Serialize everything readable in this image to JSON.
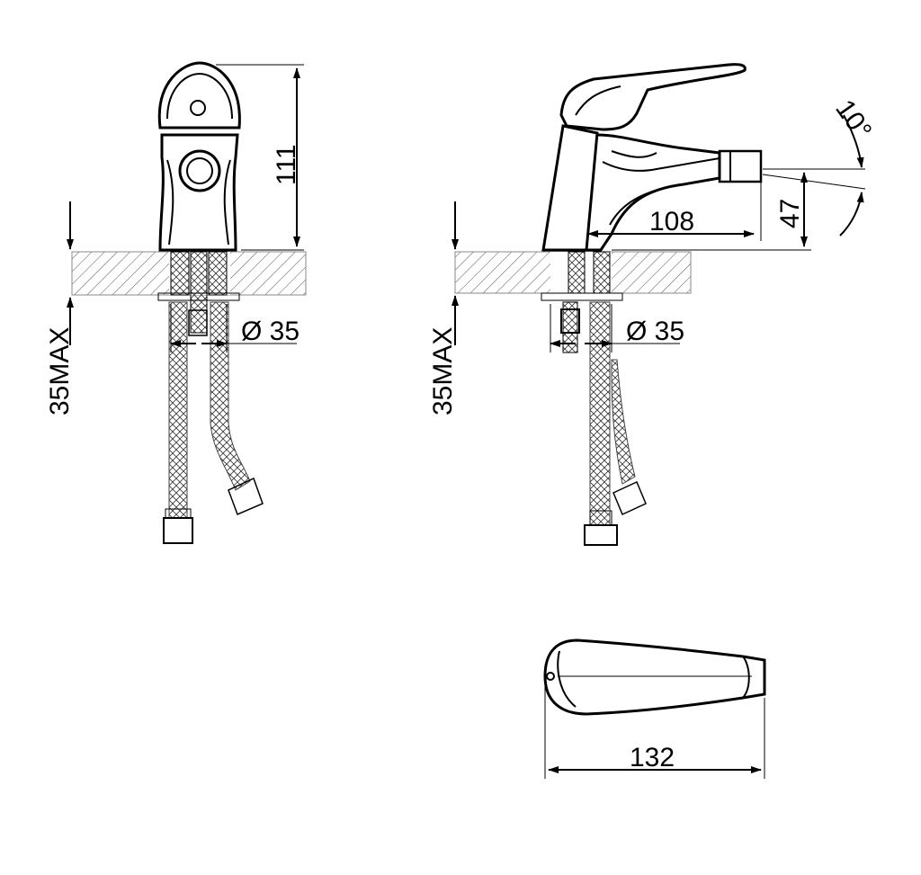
{
  "front_view": {
    "height_label": "111",
    "max_thickness_label": "35MAX",
    "hole_diameter_label": "Ø 35"
  },
  "side_view": {
    "reach_label": "108",
    "outlet_height_label": "47",
    "angle_label": "10°",
    "max_thickness_label": "35MAX",
    "hole_diameter_label": "Ø 35"
  },
  "top_view": {
    "length_label": "132"
  }
}
